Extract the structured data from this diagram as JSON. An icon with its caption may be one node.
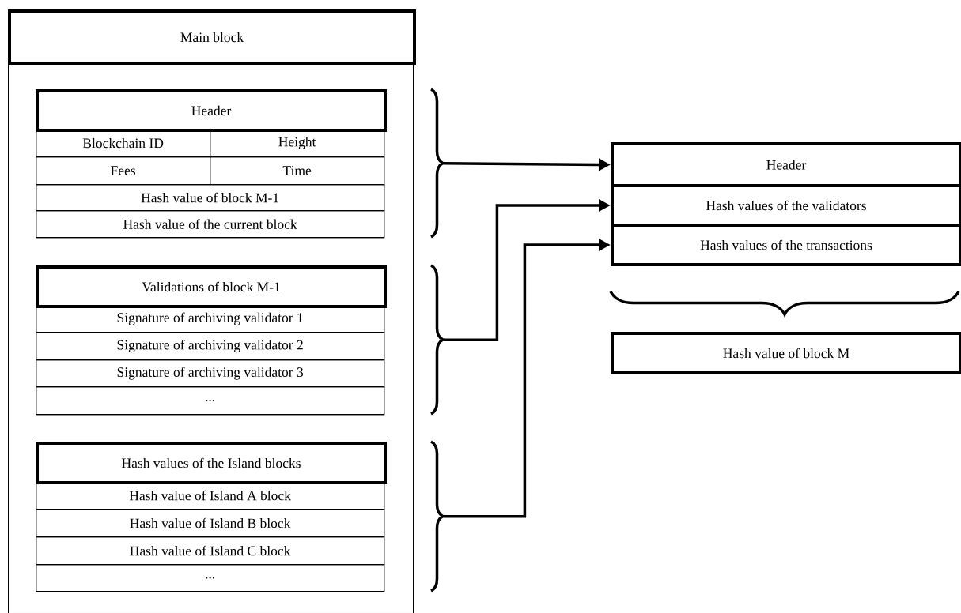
{
  "diagram": {
    "nodes": [
      {
        "text": [
          "Main block"
        ]
      },
      {
        "text": [],
        "shape": "box",
        "in": 0
      },
      {
        "text": [
          "Header"
        ],
        "in": 1
      },
      {
        "text": [
          "Blockchain ID"
        ],
        "in": 1
      },
      {
        "text": [
          "Height"
        ],
        "in": 1
      },
      {
        "text": [
          "Fees"
        ],
        "in": 1
      },
      {
        "text": [
          "Time"
        ],
        "in": 1
      },
      {
        "text": [
          "Hash value of block M-1"
        ],
        "in": 1
      },
      {
        "text": [
          "Hash value of the current block"
        ],
        "in": 1
      },
      {
        "text": [],
        "shape": "box",
        "in": 0
      },
      {
        "text": [
          "Validations of block M-1"
        ],
        "in": 9
      },
      {
        "text": [
          "Signature of archiving validator 1"
        ],
        "in": 9
      },
      {
        "text": [
          "Signature of archiving validator 2"
        ],
        "in": 9
      },
      {
        "text": [
          "Signature of archiving validator 3"
        ],
        "in": 9
      },
      {
        "text": [
          "..."
        ],
        "in": 9
      },
      {
        "text": [],
        "shape": "box",
        "in": 0
      },
      {
        "text": [
          "Hash values of the Island blocks"
        ],
        "in": 15
      },
      {
        "text": [
          "Hash value of Island A block"
        ],
        "in": 15
      },
      {
        "text": [
          "Hash value of Island B block"
        ],
        "in": 15
      },
      {
        "text": [
          "Hash value of Island C block"
        ],
        "in": 15
      },
      {
        "text": [
          "..."
        ],
        "in": 15
      },
      {
        "text": [],
        "shape": "brace"
      },
      {
        "text": [],
        "shape": "brace"
      },
      {
        "text": [],
        "shape": "brace"
      },
      {
        "text": [
          "Header"
        ]
      },
      {
        "text": [
          "Hash values of the validators"
        ]
      },
      {
        "text": [
          "Hash values of the transactions"
        ]
      },
      {
        "text": [],
        "shape": "brace"
      },
      {
        "text": [
          "Hash value of block M"
        ]
      }
    ],
    "edges": [
      {
        "from": 21,
        "to": 24,
        "arrow": "to"
      },
      {
        "from": 22,
        "to": 25,
        "arrow": "to"
      },
      {
        "from": 23,
        "to": 26,
        "arrow": "to"
      }
    ]
  }
}
